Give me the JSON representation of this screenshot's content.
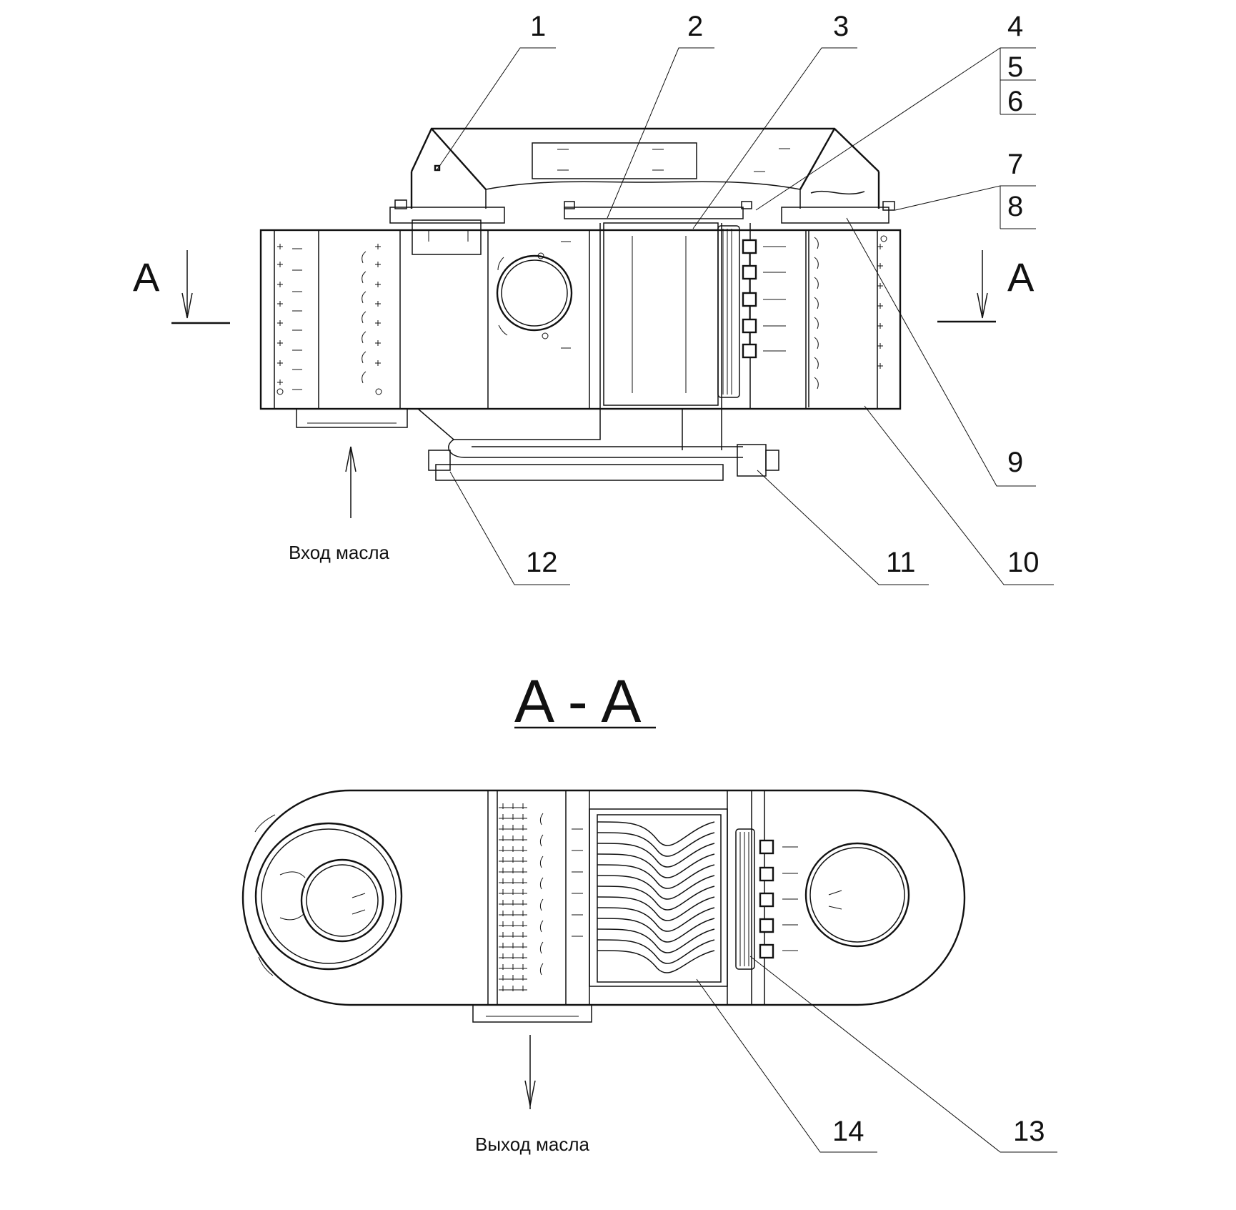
{
  "callouts": [
    "1",
    "2",
    "3",
    "4",
    "5",
    "6",
    "7",
    "8",
    "9",
    "10",
    "11",
    "12",
    "13",
    "14"
  ],
  "section_marker": "A",
  "section_title": "A - A",
  "captions": {
    "oil_inlet": "Вход масла",
    "oil_outlet": "Выход масла"
  },
  "colors": {
    "line": "#111111",
    "background": "#ffffff"
  }
}
